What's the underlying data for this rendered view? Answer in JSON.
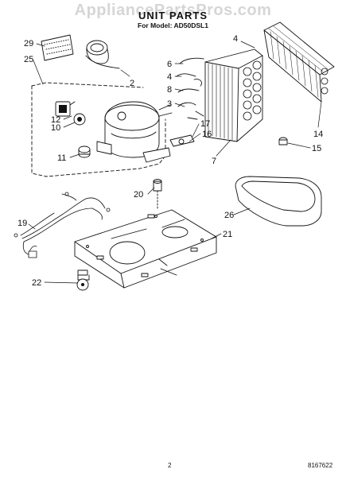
{
  "header": {
    "watermark": "AppliancePartsPros.com",
    "title": "UNIT PARTS",
    "model_line": "For Model: AD50DSL1"
  },
  "footer": {
    "page_number": "2",
    "document_number": "8167622"
  },
  "callouts": [
    {
      "id": "c29",
      "label": "29"
    },
    {
      "id": "c25",
      "label": "25"
    },
    {
      "id": "c2",
      "label": "2"
    },
    {
      "id": "c4a",
      "label": "4"
    },
    {
      "id": "c6",
      "label": "6"
    },
    {
      "id": "c4b",
      "label": "4"
    },
    {
      "id": "c8",
      "label": "8"
    },
    {
      "id": "c3",
      "label": "3"
    },
    {
      "id": "c12",
      "label": "12"
    },
    {
      "id": "c10",
      "label": "10"
    },
    {
      "id": "c17",
      "label": "17"
    },
    {
      "id": "c16",
      "label": "16"
    },
    {
      "id": "c14",
      "label": "14"
    },
    {
      "id": "c11",
      "label": "11"
    },
    {
      "id": "c7",
      "label": "7"
    },
    {
      "id": "c15",
      "label": "15"
    },
    {
      "id": "c20",
      "label": "20"
    },
    {
      "id": "c26",
      "label": "26"
    },
    {
      "id": "c19",
      "label": "19"
    },
    {
      "id": "c21",
      "label": "21"
    },
    {
      "id": "c22",
      "label": "22"
    }
  ]
}
